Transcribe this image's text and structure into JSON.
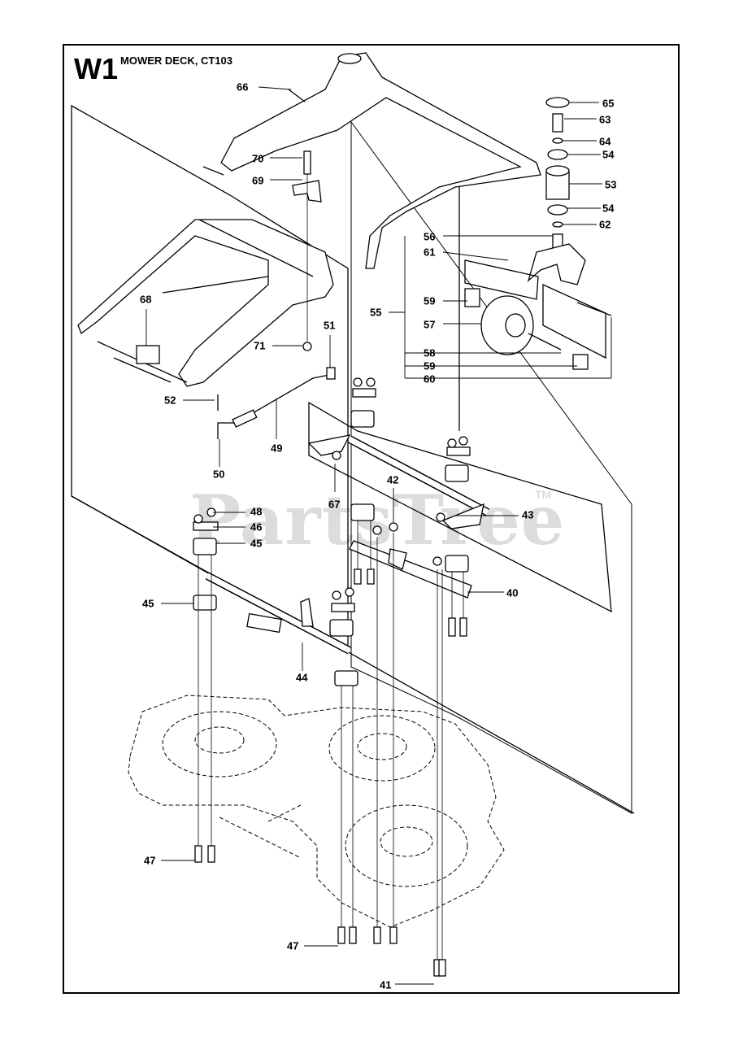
{
  "header": {
    "code": "W1",
    "title": "MOWER DECK, CT103"
  },
  "watermark": {
    "text": "PartsTree",
    "tm": "TM"
  },
  "callouts": [
    {
      "id": "c65",
      "text": "65"
    },
    {
      "id": "c63",
      "text": "63"
    },
    {
      "id": "c64",
      "text": "64"
    },
    {
      "id": "c54a",
      "text": "54"
    },
    {
      "id": "c53",
      "text": "53"
    },
    {
      "id": "c54b",
      "text": "54"
    },
    {
      "id": "c62",
      "text": "62"
    },
    {
      "id": "c56",
      "text": "56"
    },
    {
      "id": "c61",
      "text": "61"
    },
    {
      "id": "c59a",
      "text": "59"
    },
    {
      "id": "c55",
      "text": "55"
    },
    {
      "id": "c57",
      "text": "57"
    },
    {
      "id": "c58",
      "text": "58"
    },
    {
      "id": "c59b",
      "text": "59"
    },
    {
      "id": "c60",
      "text": "60"
    },
    {
      "id": "c66",
      "text": "66"
    },
    {
      "id": "c70",
      "text": "70"
    },
    {
      "id": "c69",
      "text": "69"
    },
    {
      "id": "c68",
      "text": "68"
    },
    {
      "id": "c71",
      "text": "71"
    },
    {
      "id": "c51",
      "text": "51"
    },
    {
      "id": "c52",
      "text": "52"
    },
    {
      "id": "c49",
      "text": "49"
    },
    {
      "id": "c50",
      "text": "50"
    },
    {
      "id": "c67",
      "text": "67"
    },
    {
      "id": "c42",
      "text": "42"
    },
    {
      "id": "c43",
      "text": "43"
    },
    {
      "id": "c48",
      "text": "48"
    },
    {
      "id": "c46",
      "text": "46"
    },
    {
      "id": "c45a",
      "text": "45"
    },
    {
      "id": "c45b",
      "text": "45"
    },
    {
      "id": "c40",
      "text": "40"
    },
    {
      "id": "c44",
      "text": "44"
    },
    {
      "id": "c47a",
      "text": "47"
    },
    {
      "id": "c47b",
      "text": "47"
    },
    {
      "id": "c41",
      "text": "41"
    }
  ]
}
